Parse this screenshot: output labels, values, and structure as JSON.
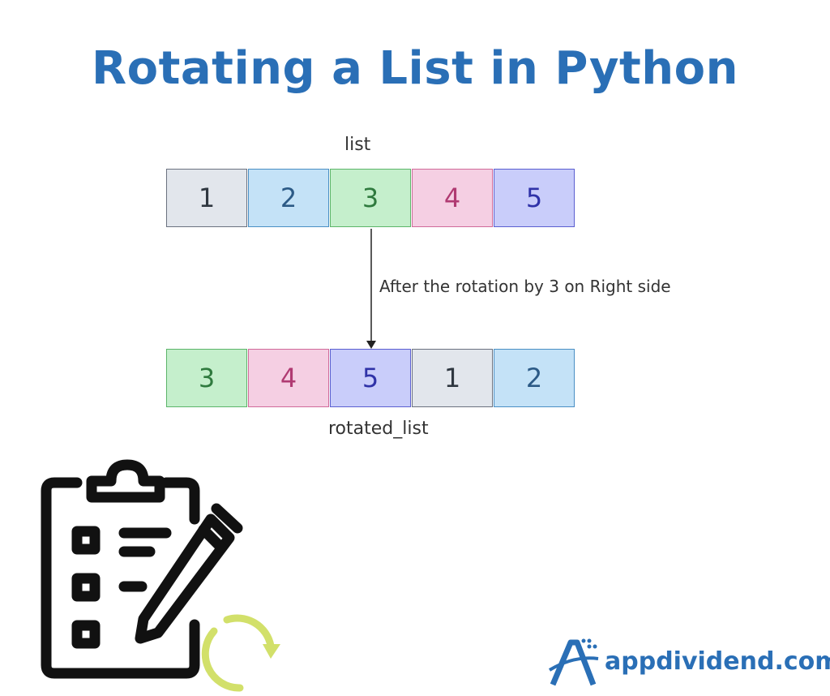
{
  "title": "Rotating a List in Python",
  "list_label": "list",
  "rotated_label": "rotated_list",
  "arrow_label": "After the rotation by 3 on Right side",
  "original": [
    {
      "value": "1",
      "bg": "#e2e6ec",
      "border": "#6b7280",
      "color": "#2f3740"
    },
    {
      "value": "2",
      "bg": "#c4e2f7",
      "border": "#4a8fc4",
      "color": "#2c5a86"
    },
    {
      "value": "3",
      "bg": "#c5efcc",
      "border": "#5cb56a",
      "color": "#2f7a3e"
    },
    {
      "value": "4",
      "bg": "#f5cfe3",
      "border": "#d06a9a",
      "color": "#b03a72"
    },
    {
      "value": "5",
      "bg": "#c9cdfa",
      "border": "#5b5fd0",
      "color": "#2f32a8"
    }
  ],
  "rotated": [
    {
      "value": "3",
      "bg": "#c5efcc",
      "border": "#5cb56a",
      "color": "#2f7a3e"
    },
    {
      "value": "4",
      "bg": "#f5cfe3",
      "border": "#d06a9a",
      "color": "#b03a72"
    },
    {
      "value": "5",
      "bg": "#c9cdfa",
      "border": "#5b5fd0",
      "color": "#2f32a8"
    },
    {
      "value": "1",
      "bg": "#e2e6ec",
      "border": "#6b7280",
      "color": "#2f3740"
    },
    {
      "value": "2",
      "bg": "#c4e2f7",
      "border": "#4a8fc4",
      "color": "#2c5a86"
    }
  ],
  "icons": {
    "clipboard": "clipboard-checklist-icon",
    "refresh": "rotate-refresh-icon",
    "brand": "appdividend-logo-icon"
  },
  "brand": {
    "name": "appdividend.com",
    "color": "#2a6fb6"
  },
  "colors": {
    "title": "#2a6fb6",
    "refresh": "#d2e06a"
  }
}
